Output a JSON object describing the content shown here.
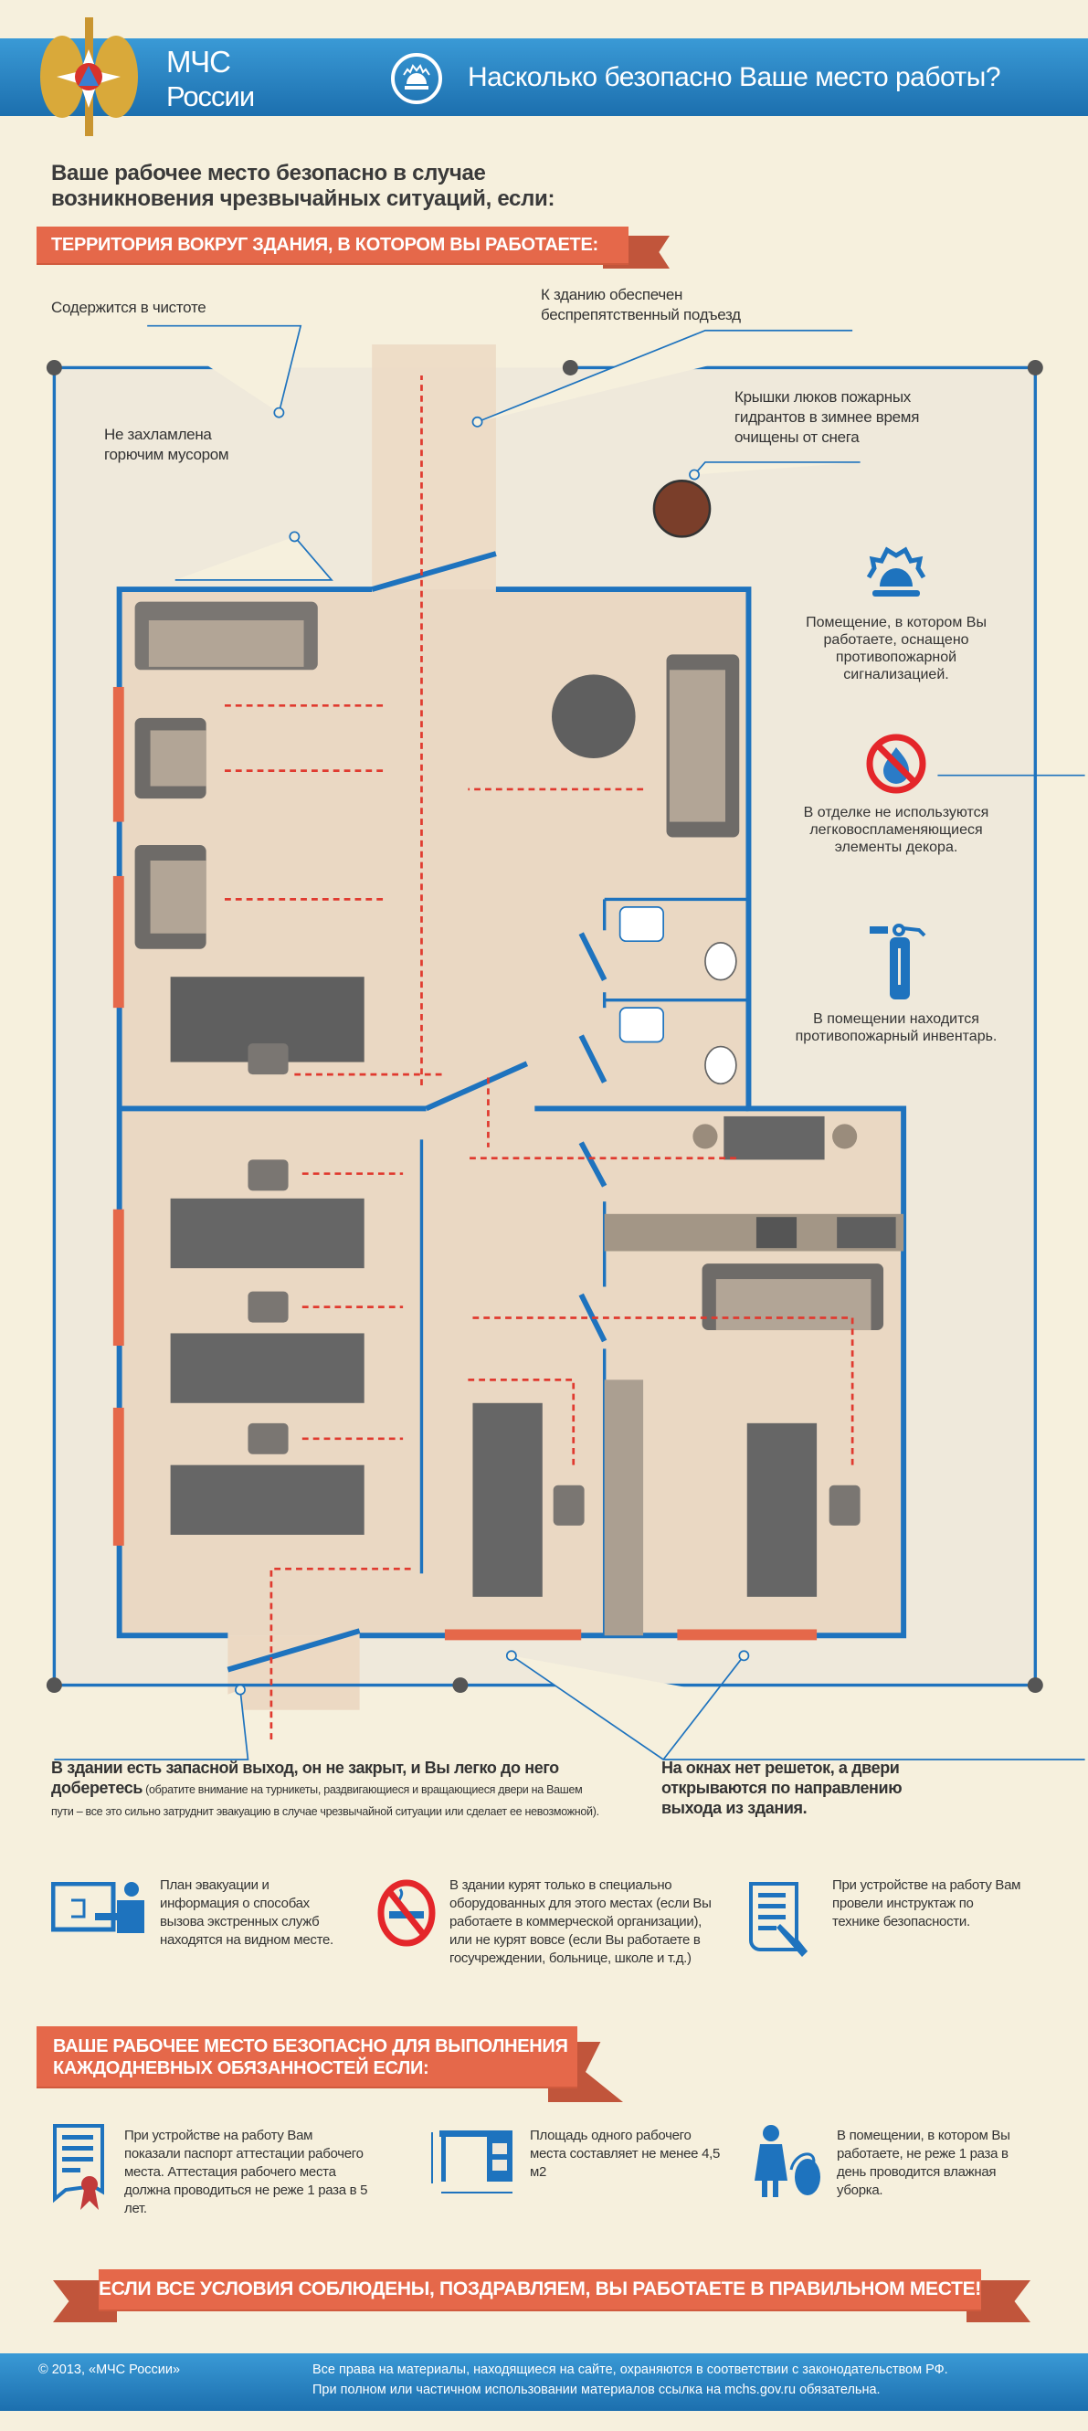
{
  "header": {
    "logo_line1": "МЧС",
    "logo_line2": "России",
    "title": "Насколько безопасно Ваше место работы?"
  },
  "intro": {
    "line1": "Ваше рабочее место безопасно в случае",
    "line2": "возникновения чрезвычайных ситуаций, если:"
  },
  "ribbon1": "ТЕРРИТОРИЯ ВОКРУГ ЗДАНИЯ, В КОТОРОМ ВЫ РАБОТАЕТЕ:",
  "plan_labels": {
    "clean": "Содержится в чистоте",
    "access_l1": "К зданию обеспечен",
    "access_l2": "беспрепятственный подъезд",
    "trash_l1": "Не захламлена",
    "trash_l2": "горючим мусором",
    "hydrant_l1": "Крышки люков пожарных",
    "hydrant_l2": "гидрантов в зимнее время",
    "hydrant_l3": "очищены от снега"
  },
  "side_items": [
    {
      "icon": "alarm-light-icon",
      "text": "Помещение, в котором Вы работаете, оснащено противопожарной сигнализацией."
    },
    {
      "icon": "no-fire-icon",
      "text": "В отделке не используются легковоспламеняющиеся элементы декора."
    },
    {
      "icon": "fire-extinguisher-icon",
      "text": "В помещении находится противопожарный инвентарь."
    }
  ],
  "exit_note": {
    "bold": "В здании есть запасной выход, он не закрыт, и Вы легко до него доберетесь",
    "small": " (обратите внимание на турникеты, раздвигающиеся и вращающиеся двери на Вашем пути – все это сильно затруднит эвакуацию в случае чрезвычайной ситуации или сделает ее невозможной)."
  },
  "windows_note": "На окнах нет решеток, а двери открываются по направлению выхода из здания.",
  "row1": [
    {
      "icon": "evacuation-plan-icon",
      "text": "План эвакуации и информация о способах вызова экстренных служб находятся на видном месте."
    },
    {
      "icon": "no-smoking-icon",
      "text": "В здании курят только в специально оборудованных для этого местах (если Вы работаете в коммерческой организации), или не курят вовсе (если Вы работаете в госучреждении, больнице, школе и т.д.)"
    },
    {
      "icon": "document-sign-icon",
      "text": "При устройстве на работу Вам провели инструктаж по технике безопасности."
    }
  ],
  "ribbon2": {
    "line1": "ВАШЕ РАБОЧЕЕ МЕСТО БЕЗОПАСНО ДЛЯ ВЫПОЛНЕНИЯ",
    "line2": "КАЖДОДНЕВНЫХ ОБЯЗАННОСТЕЙ ЕСЛИ:"
  },
  "row2": [
    {
      "icon": "certificate-icon",
      "text": "При устройстве на работу Вам показали паспорт аттестации рабочего места. Аттестация рабочего места должна проводиться не реже 1 раза в 5 лет."
    },
    {
      "icon": "desk-area-icon",
      "text": "Площадь одного рабочего места составляет не менее 4,5 м2"
    },
    {
      "icon": "cleaner-icon",
      "text": "В помещении, в котором Вы работаете, не реже 1 раза в день проводится влажная уборка."
    }
  ],
  "final_ribbon": "ЕСЛИ ВСЕ УСЛОВИЯ СОБЛЮДЕНЫ, ПОЗДРАВЛЯЕМ, ВЫ РАБОТАЕТЕ В ПРАВИЛЬНОМ МЕСТЕ!",
  "footer": {
    "copyright": "© 2013, «МЧС России»",
    "rights_l1": "Все права на материалы, находящиеся на сайте, охраняются в соответствии с законодательством РФ.",
    "rights_l2": "При полном или частичном использовании материалов ссылка на mchs.gov.ru обязательна."
  },
  "colors": {
    "blue": "#1e73be",
    "orange": "#e5684a",
    "wall": "#1e73be",
    "furniture": "#5f5f5f",
    "route": "#e03a2f"
  }
}
